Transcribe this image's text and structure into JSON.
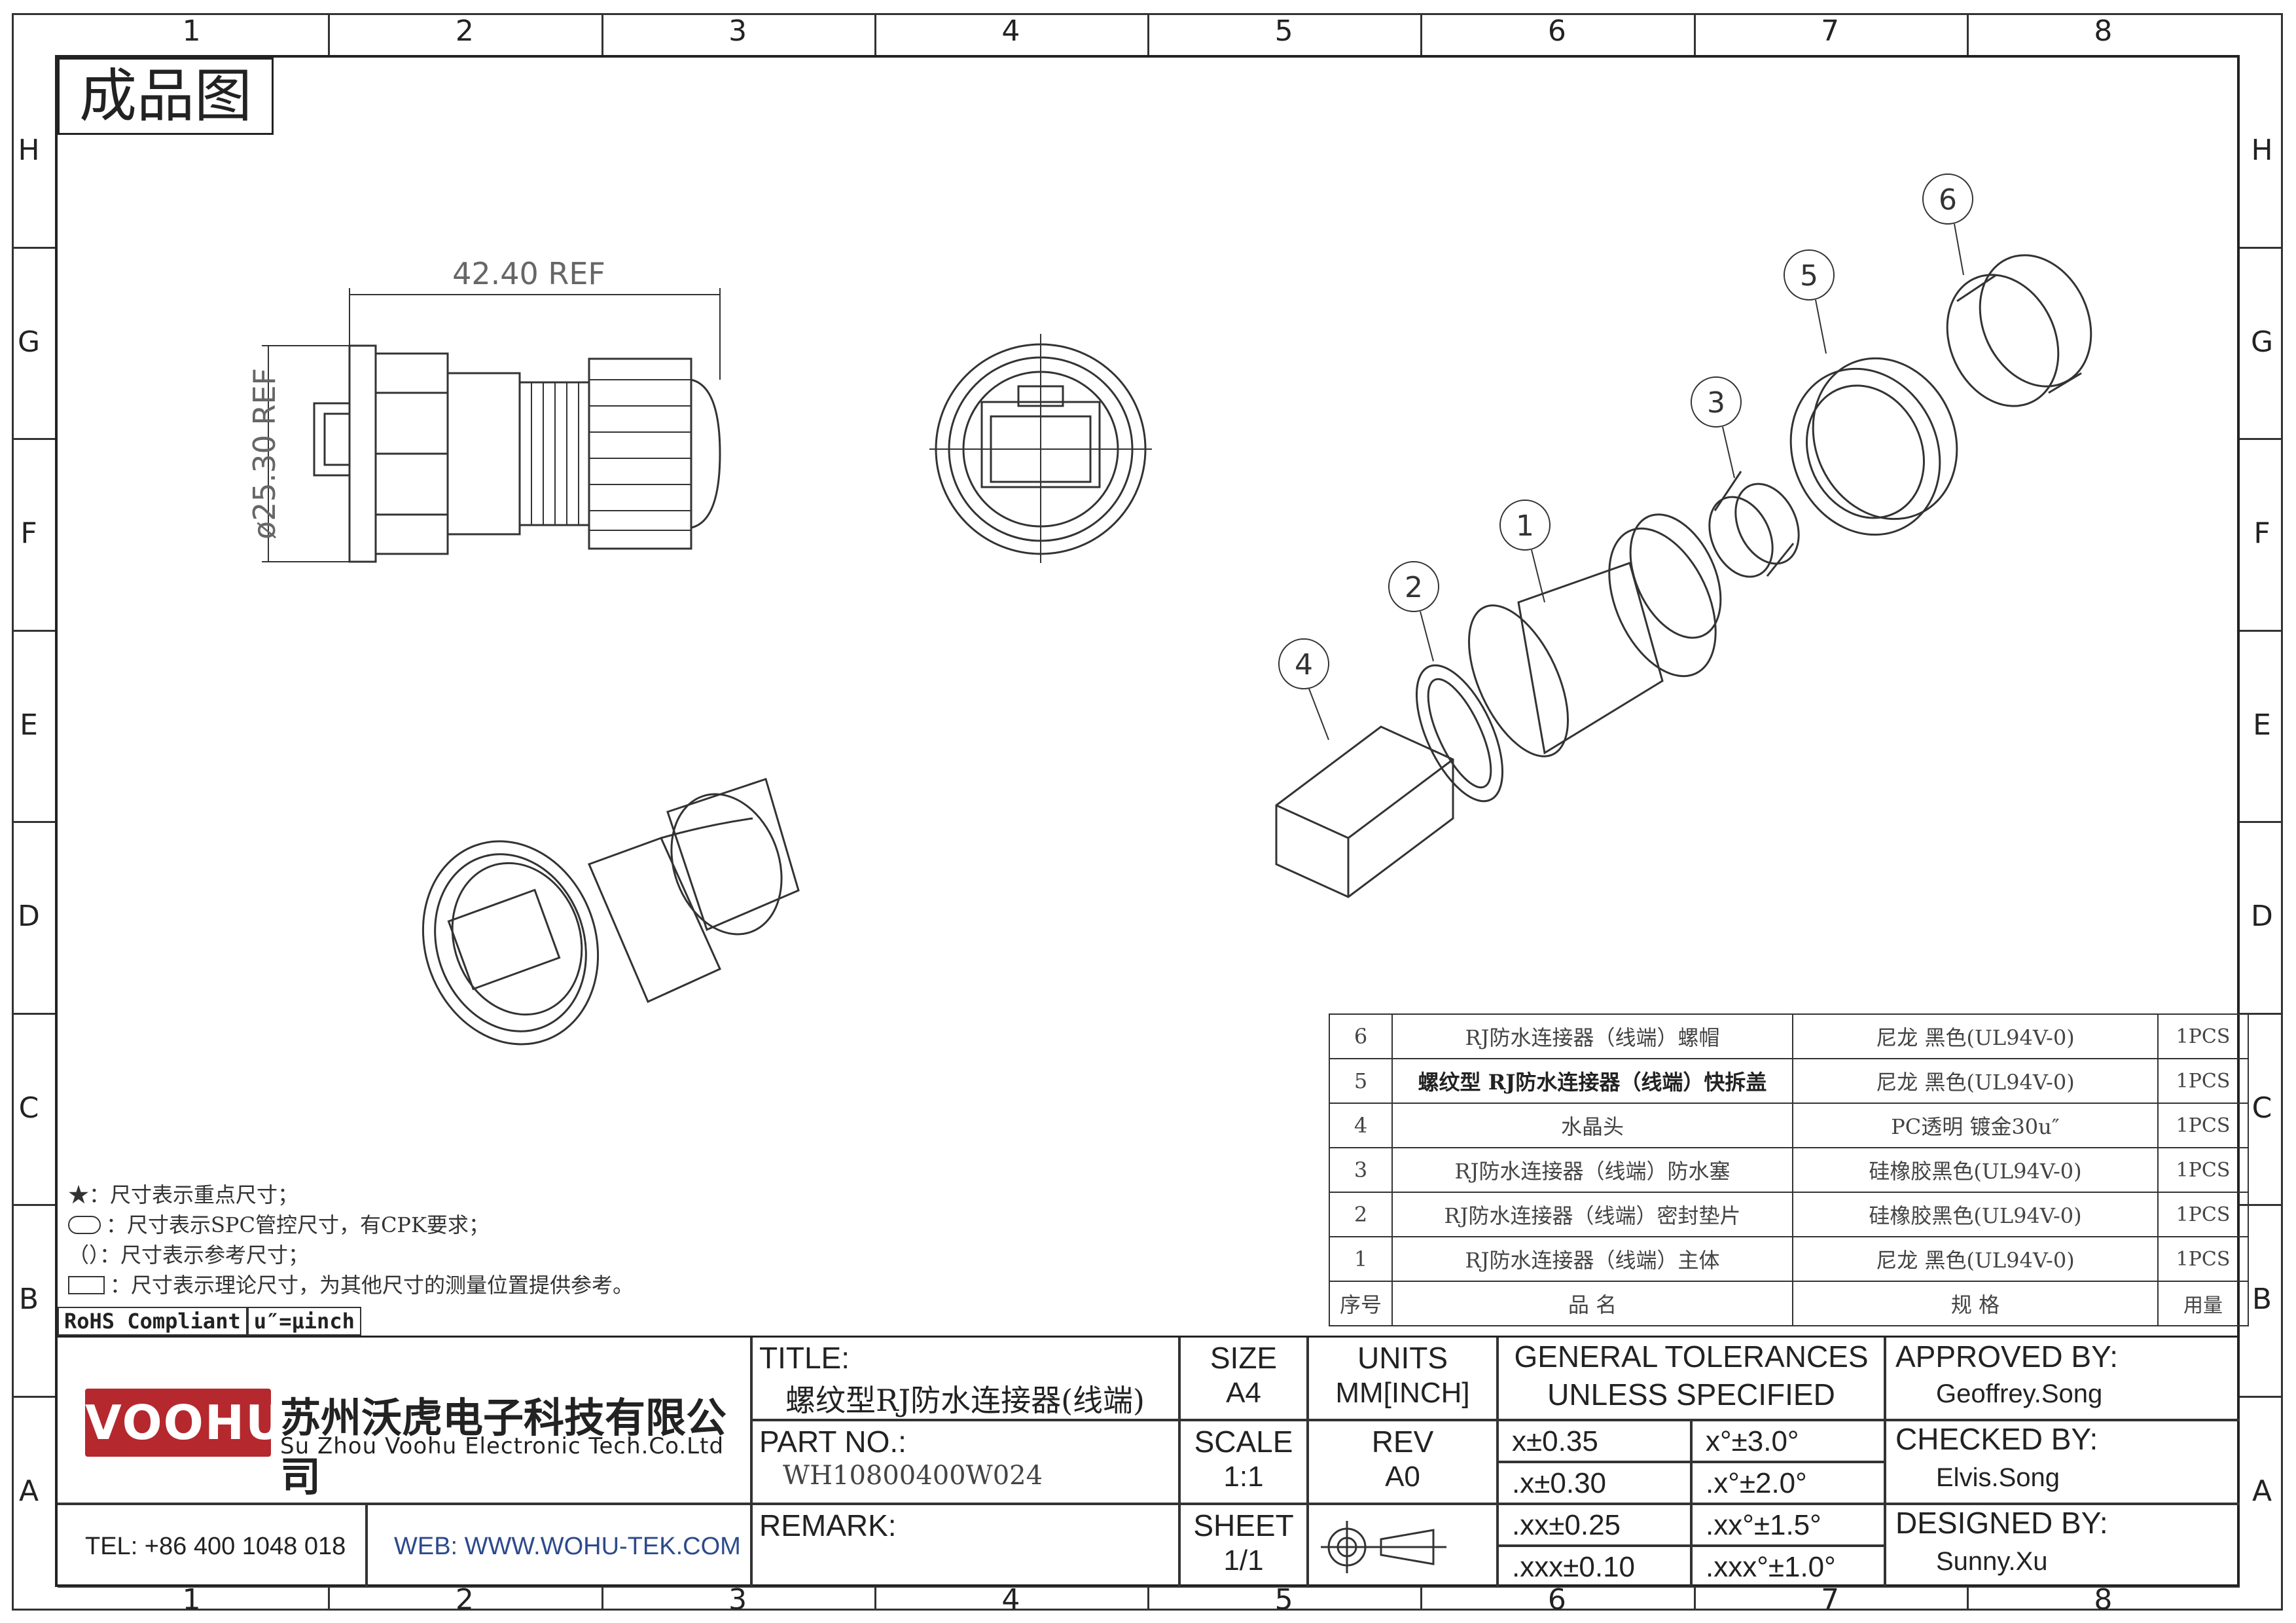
{
  "zones": {
    "columns": [
      "1",
      "2",
      "3",
      "4",
      "5",
      "6",
      "7",
      "8"
    ],
    "rows": [
      "H",
      "G",
      "F",
      "E",
      "D",
      "C",
      "B",
      "A"
    ]
  },
  "product_label": "成品图",
  "dimensions": {
    "length": "42.40 REF",
    "diameter": "ø25.30 REF"
  },
  "balloons": [
    "1",
    "2",
    "3",
    "4",
    "5",
    "6"
  ],
  "bom": {
    "rows": [
      {
        "no": "6",
        "name": "RJ防水连接器（线端）螺帽",
        "spec": "尼龙 黑色(UL94V-0)",
        "qty": "1PCS"
      },
      {
        "no": "5",
        "name": "螺纹型 RJ防水连接器（线端）快拆盖",
        "spec": "尼龙 黑色(UL94V-0)",
        "qty": "1PCS"
      },
      {
        "no": "4",
        "name": "水晶头",
        "spec": "PC透明 镀金30u″",
        "qty": "1PCS"
      },
      {
        "no": "3",
        "name": "RJ防水连接器（线端）防水塞",
        "spec": "硅橡胶黑色(UL94V-0)",
        "qty": "1PCS"
      },
      {
        "no": "2",
        "name": "RJ防水连接器（线端）密封垫片",
        "spec": "硅橡胶黑色(UL94V-0)",
        "qty": "1PCS"
      },
      {
        "no": "1",
        "name": "RJ防水连接器（线端）主体",
        "spec": "尼龙 黑色(UL94V-0)",
        "qty": "1PCS"
      }
    ],
    "header": {
      "no": "序号",
      "name": "品 名",
      "spec": "规 格",
      "qty": "用量"
    }
  },
  "notes": {
    "star": "★：尺寸表示重点尺寸；",
    "oval": "：尺寸表示SPC管控尺寸，有CPK要求；",
    "paren": "（）：尺寸表示参考尺寸；",
    "rect": "：尺寸表示理论尺寸，为其他尺寸的测量位置提供参考。"
  },
  "rohs": {
    "compliant": "RoHS Compliant",
    "unit": "u″=μinch"
  },
  "title_block": {
    "logo": "VOOHU",
    "company_cn": "苏州沃虎电子科技有限公司",
    "company_en": "Su Zhou Voohu Electronic Tech.Co.Ltd",
    "tel": "TEL: +86 400 1048 018",
    "web": "WEB: WWW.WOHU-TEK.COM",
    "title_label": "TITLE:",
    "title_value": "螺纹型RJ防水连接器(线端)",
    "part_label": "PART NO.:",
    "part_value": "WH10800400W024",
    "remark_label": "REMARK:",
    "size_label": "SIZE",
    "size_value": "A4",
    "scale_label": "SCALE",
    "scale_value": "1:1",
    "sheet_label": "SHEET",
    "sheet_value": "1/1",
    "units_label": "UNITS",
    "units_value": "MM[INCH]",
    "rev_label": "REV",
    "rev_value": "A0",
    "tol_title1": "GENERAL TOLERANCES",
    "tol_title2": "UNLESS SPECIFIED",
    "tolerances": [
      {
        "lin": "x±0.35",
        "ang": "x°±3.0°"
      },
      {
        "lin": ".x±0.30",
        "ang": ".x°±2.0°"
      },
      {
        "lin": ".xx±0.25",
        "ang": ".xx°±1.5°"
      },
      {
        "lin": ".xxx±0.10",
        "ang": ".xxx°±1.0°"
      }
    ],
    "approved_label": "APPROVED BY:",
    "approved_value": "Geoffrey.Song",
    "checked_label": "CHECKED BY:",
    "checked_value": "Elvis.Song",
    "designed_label": "DESIGNED BY:",
    "designed_value": "Sunny.Xu"
  }
}
